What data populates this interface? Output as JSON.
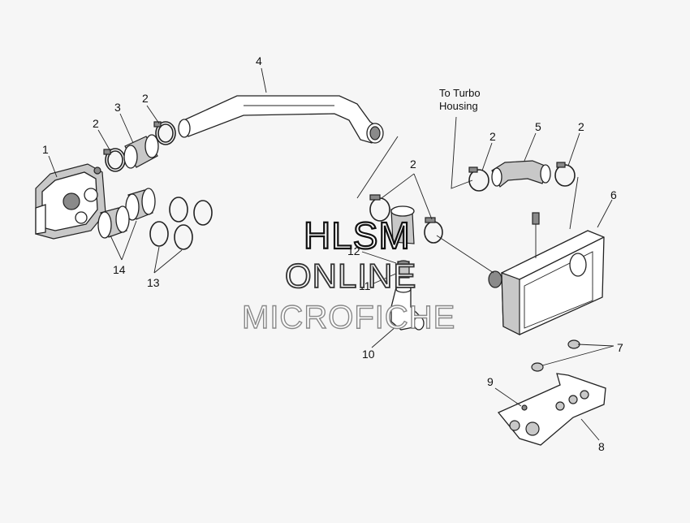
{
  "callouts": {
    "c1": "1",
    "c2a": "2",
    "c2b": "2",
    "c2c": "2",
    "c2d": "2",
    "c2e": "2",
    "c3": "3",
    "c4": "4",
    "c5": "5",
    "c6": "6",
    "c7": "7",
    "c8": "8",
    "c9": "9",
    "c10": "10",
    "c11": "11",
    "c12": "12",
    "c13": "13",
    "c14": "14"
  },
  "notes": {
    "turbo_line1": "To Turbo",
    "turbo_line2": "Housing"
  },
  "watermark": {
    "line1": "HLSM",
    "line2": "ONLINE",
    "line3": "MICROFICHE"
  }
}
